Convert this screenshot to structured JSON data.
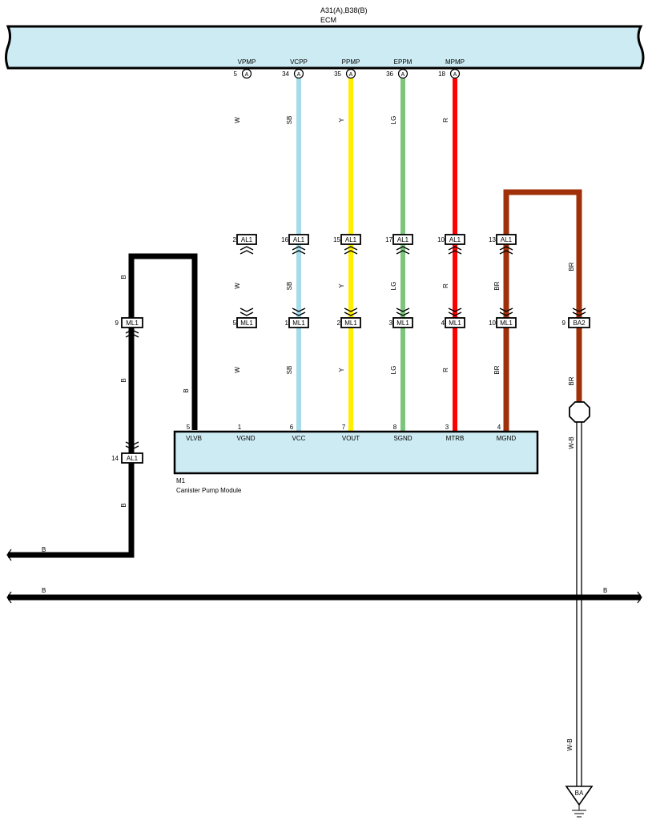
{
  "ecm": {
    "connectors": "A31(A),B38(B)",
    "name": "ECM",
    "pins": [
      {
        "name": "VPMP",
        "num": "5",
        "conn": "A"
      },
      {
        "name": "VCPP",
        "num": "34",
        "conn": "A"
      },
      {
        "name": "PPMP",
        "num": "35",
        "conn": "A"
      },
      {
        "name": "EPPM",
        "num": "36",
        "conn": "A"
      },
      {
        "name": "MPMP",
        "num": "18",
        "conn": "A"
      }
    ]
  },
  "colors": {
    "W": "#ffffff",
    "SB": "#a6dcea",
    "Y": "#ffee00",
    "LG": "#7dc47c",
    "R": "#ff0000",
    "BR": "#a0300a",
    "B": "#000000",
    "box_fill": "#cdebf2"
  },
  "wires": [
    {
      "id": "vpmp",
      "color": "W",
      "labels": [
        "W",
        "W",
        "W"
      ],
      "al1": "2",
      "ml1": "5"
    },
    {
      "id": "vcpp",
      "color": "SB",
      "labels": [
        "SB",
        "SB",
        "SB"
      ],
      "al1": "16",
      "ml1": "1"
    },
    {
      "id": "ppmp",
      "color": "Y",
      "labels": [
        "Y",
        "Y",
        "Y"
      ],
      "al1": "15",
      "ml1": "2"
    },
    {
      "id": "eppm",
      "color": "LG",
      "labels": [
        "LG",
        "LG",
        "LG"
      ],
      "al1": "17",
      "ml1": "3"
    },
    {
      "id": "mpmp",
      "color": "R",
      "labels": [
        "R",
        "R",
        "R"
      ],
      "al1": "10",
      "ml1": "4"
    },
    {
      "id": "mgnd",
      "color": "BR",
      "labels": [
        "BR",
        "BR"
      ],
      "al1": "13",
      "ml1": "10"
    }
  ],
  "connector_names": {
    "al1": "AL1",
    "ml1": "ML1",
    "ba2": "BA2",
    "ba": "BA"
  },
  "left_branch": {
    "labels": [
      "B",
      "B",
      "B",
      "B",
      "B"
    ],
    "ml1_num": "9",
    "al1_num": "14"
  },
  "right_branch": {
    "labels": [
      "BR",
      "BR"
    ],
    "ba2_num": "9",
    "wb_labels": [
      "W-B",
      "W-B"
    ]
  },
  "module": {
    "id": "M1",
    "name": "Canister Pump Module",
    "pins": [
      {
        "num": "5",
        "name": "VLVB"
      },
      {
        "num": "1",
        "name": "VGND"
      },
      {
        "num": "6",
        "name": "VCC"
      },
      {
        "num": "7",
        "name": "VOUT"
      },
      {
        "num": "8",
        "name": "SGND"
      },
      {
        "num": "3",
        "name": "MTRB"
      },
      {
        "num": "4",
        "name": "MGND"
      }
    ]
  },
  "bus_labels": {
    "left_upper": "B",
    "left_lower": "B",
    "right_lower": "B"
  }
}
